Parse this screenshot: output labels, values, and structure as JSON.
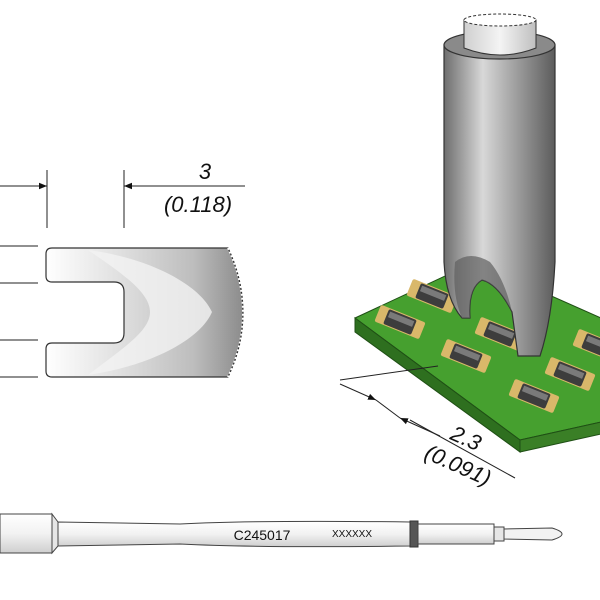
{
  "side_view": {
    "width_value": "3",
    "width_value_inch": "(0.118)"
  },
  "iso_view": {
    "gap_value": "2.3",
    "gap_value_inch": "(0.091)"
  },
  "cartridge": {
    "part_number": "C245017",
    "serial_mark": "XXXXXX"
  },
  "colors": {
    "pcb_green": "#3f8f2a",
    "pcb_dark": "#2e6f1f",
    "pad_gold": "#d9b86a",
    "chip_body": "#4a4a4a",
    "tip_gray": "#9a9a9a"
  }
}
